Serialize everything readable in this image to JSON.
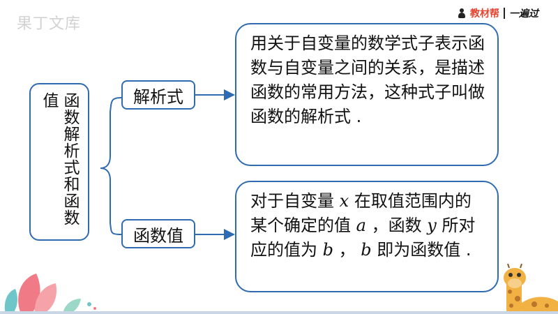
{
  "watermark": "果丁文库",
  "brand": {
    "name": "教材帮",
    "slogan": "一遍过"
  },
  "main_title": "函数解析式和函数值",
  "branches": [
    {
      "label": "解析式",
      "definition": "用关于自变量的数学式子表示函数与自变量之间的关系，是描述函数的常用方法，这种式子叫做函数的解析式 ."
    },
    {
      "label": "函数值",
      "definition_parts": {
        "p1": "对于自变量 ",
        "x": "x",
        "p2": " 在取值范围内的某个确定的值 ",
        "a": "a",
        "p3": " ，函数 ",
        "y": "y",
        "p4": " 所对应的值为 ",
        "b1": "b",
        "p5": " ， ",
        "b2": "b",
        "p6": " 即为函数值 ."
      }
    }
  ],
  "colors": {
    "border": "#2f6bb0",
    "brand_accent": "#e8432e",
    "watermark": "#d2d2d2"
  }
}
